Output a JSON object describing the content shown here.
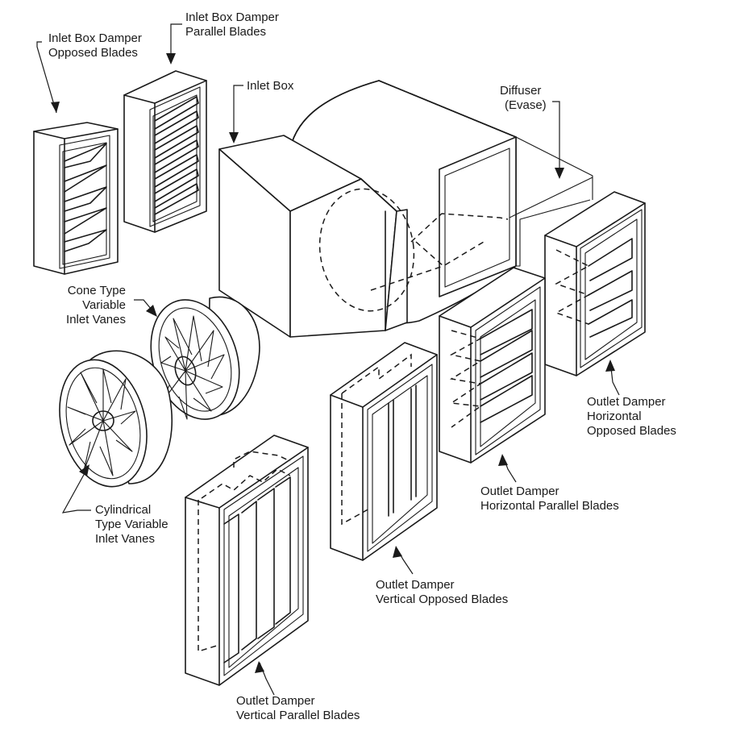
{
  "labels": {
    "inlet_box_damper_opposed": [
      "Inlet Box Damper",
      "Opposed Blades"
    ],
    "inlet_box_damper_parallel": [
      "Inlet Box Damper",
      "Parallel Blades"
    ],
    "inlet_box": [
      "Inlet Box"
    ],
    "diffuser": [
      "Diffuser",
      "(Evase)"
    ],
    "cone_type_inlet_vanes": [
      "Cone Type",
      "Variable",
      "Inlet Vanes"
    ],
    "cylindrical_inlet_vanes": [
      "Cylindrical",
      "Type Variable",
      "Inlet Vanes"
    ],
    "outlet_damper_horizontal_opposed": [
      "Outlet Damper",
      "Horizontal",
      "Opposed Blades"
    ],
    "outlet_damper_horizontal_parallel": [
      "Outlet Damper",
      "Horizontal Parallel Blades"
    ],
    "outlet_damper_vertical_opposed": [
      "Outlet Damper",
      "Vertical Opposed Blades"
    ],
    "outlet_damper_vertical_parallel": [
      "Outlet Damper",
      "Vertical Parallel Blades"
    ]
  }
}
